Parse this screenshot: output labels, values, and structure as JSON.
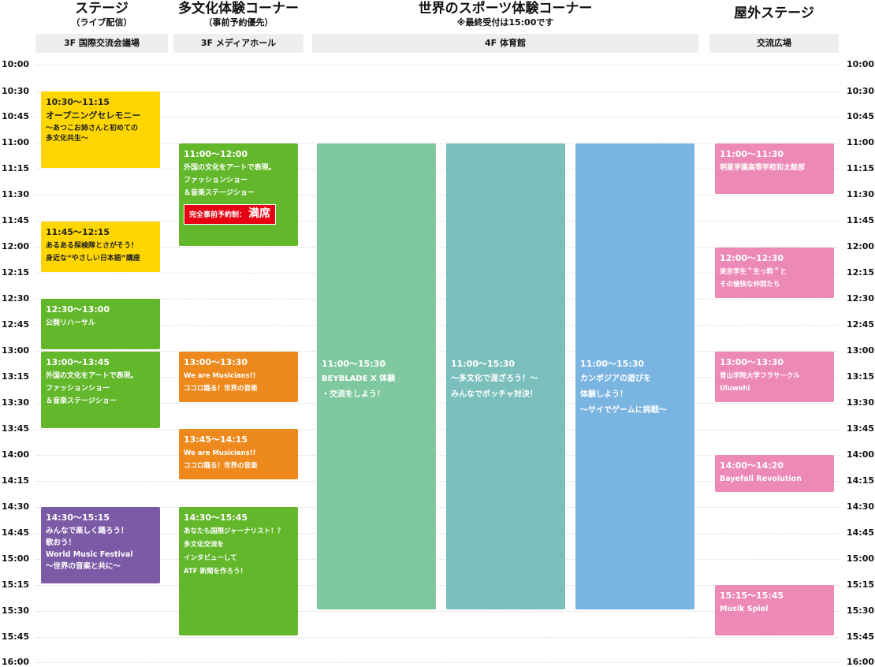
{
  "colors": {
    "yellow": "#ffd600",
    "green": "#62b72b",
    "purple": "#7b5aa6",
    "orange": "#ee8a1d",
    "mint": "#80c8a0",
    "teal": "#7bbfbc",
    "blue": "#7ab4e1",
    "pink": "#ed89b6",
    "red": "#e60012"
  },
  "header": {
    "stage": {
      "title": "ステージ",
      "subtitle": "（ライブ配信）",
      "venue": "3F 国際交流会議場"
    },
    "culture": {
      "title": "多文化体験コーナー",
      "subtitle": "（事前予約優先）",
      "venue": "3F メディアホール"
    },
    "sports": {
      "title": "世界のスポーツ体験コーナー",
      "subtitle": "※最終受付は15:00です",
      "venue": "4F 体育館"
    },
    "outdoor": {
      "title": "屋外ステージ",
      "venue": "交流広場"
    }
  },
  "times": [
    "10:00",
    "10:30",
    "10:45",
    "11:00",
    "11:15",
    "11:30",
    "11:45",
    "12:00",
    "12:15",
    "12:30",
    "12:45",
    "13:00",
    "13:15",
    "13:30",
    "13:45",
    "14:00",
    "14:15",
    "14:30",
    "14:45",
    "15:00",
    "15:15",
    "15:30",
    "15:45",
    "16:00"
  ],
  "events": {
    "stage": [
      {
        "time": "10:30〜11:15",
        "title": "オープニングセレモニー",
        "note": "〜あつこお姉さんと初めての\n多文化共生〜"
      },
      {
        "time": "11:45〜12:15",
        "title": "あるある探検隊とさがそう！\n身近な“やさしい日本語”講座"
      },
      {
        "time": "12:30〜13:00",
        "title": "公開リハーサル"
      },
      {
        "time": "13:00〜13:45",
        "title": "外国の文化をアートで表現。\nファッションショー\n＆音楽ステージショー"
      },
      {
        "time": "14:30〜15:15",
        "title": "みんなで楽しく踊ろう！\n歌おう！\nWorld Music Festival\n〜世界の音楽と共に〜"
      }
    ],
    "culture": [
      {
        "time": "11:00〜12:00",
        "title": "外国の文化をアートで表現。\nファッションショー\n＆音楽ステージショー",
        "badge": "完全事前予約制：",
        "badge_big": "満席"
      },
      {
        "time": "13:00〜13:30",
        "title": "We are Musicians!!\nココロ踊る！世界の音楽"
      },
      {
        "time": "13:45〜14:15",
        "title": "We are Musicians!!\nココロ踊る！世界の音楽"
      },
      {
        "time": "14:30〜15:45",
        "title": "あなたも国際ジャーナリスト！？\n多文化交流を\nインタビューして\nATF 新聞を作ろう！"
      }
    ],
    "sports": [
      {
        "time": "11:00〜15:30",
        "title": "BEYBLADE X 体験\n・交流をしよう！"
      },
      {
        "time": "11:00〜15:30",
        "title": "〜多文化で混ざろう！〜\nみんなでボッチャ対決！"
      },
      {
        "time": "11:00〜15:30",
        "title": "カンボジアの遊びを\n体験しよう！\n〜サイでゲームに挑戦〜"
      }
    ],
    "outdoor": [
      {
        "time": "11:00〜11:30",
        "title": "明星学園高等学校和太鼓部"
      },
      {
        "time": "12:00〜12:30",
        "title": "東京学生＂生っ粋＂と\nその愉快な仲間たち"
      },
      {
        "time": "13:00〜13:30",
        "title": "青山学院大学フラサークル\nUluwehi"
      },
      {
        "time": "14:00〜14:20",
        "title": "Bayefall Revolution"
      },
      {
        "time": "15:15〜15:45",
        "title": "Musik Spiel"
      }
    ]
  }
}
